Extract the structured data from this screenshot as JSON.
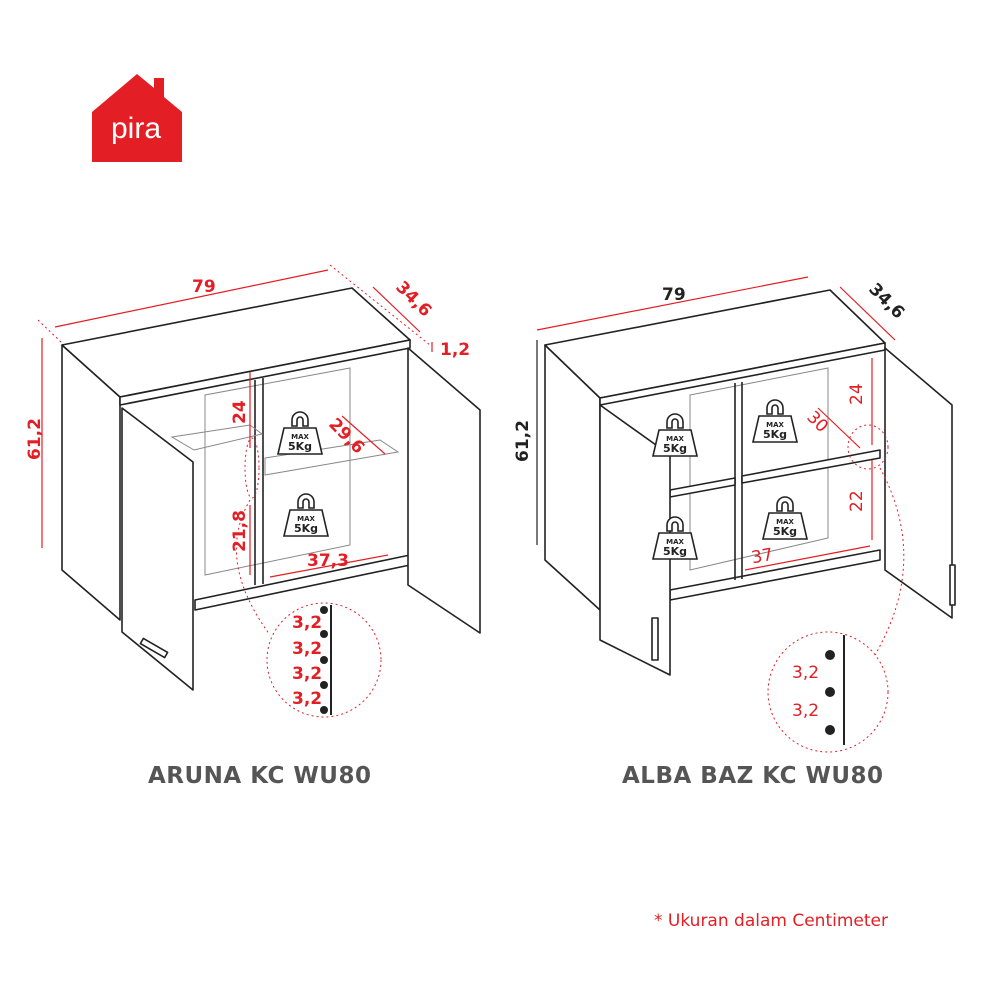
{
  "brand": {
    "logo_text": "pira",
    "color": "#e31e24"
  },
  "products": [
    {
      "name": "ARUNA KC WU80",
      "dimensions": {
        "width": "79",
        "depth": "34,6",
        "height": "61,2",
        "top_thickness": "1,2",
        "upper_space": "24",
        "lower_space": "21,8",
        "shelf_depth": "29,6",
        "inner_width": "37,3"
      },
      "hole_spacing": [
        "3,2",
        "3,2",
        "3,2",
        "3,2"
      ],
      "weight_labels": [
        {
          "max": "MAX",
          "load": "5Kg"
        },
        {
          "max": "MAX",
          "load": "5Kg"
        }
      ]
    },
    {
      "name": "ALBA BAZ KC WU80",
      "dimensions": {
        "width": "79",
        "depth": "34,6",
        "height": "61,2",
        "upper_space": "24",
        "lower_space": "22",
        "shelf_depth": "30",
        "inner_width": "37"
      },
      "hole_spacing": [
        "3,2",
        "3,2"
      ],
      "weight_labels": [
        {
          "max": "MAX",
          "load": "5Kg"
        },
        {
          "max": "MAX",
          "load": "5Kg"
        },
        {
          "max": "MAX",
          "load": "5Kg"
        },
        {
          "max": "MAX",
          "load": "5Kg"
        }
      ]
    }
  ],
  "footnote": "* Ukuran dalam Centimeter"
}
